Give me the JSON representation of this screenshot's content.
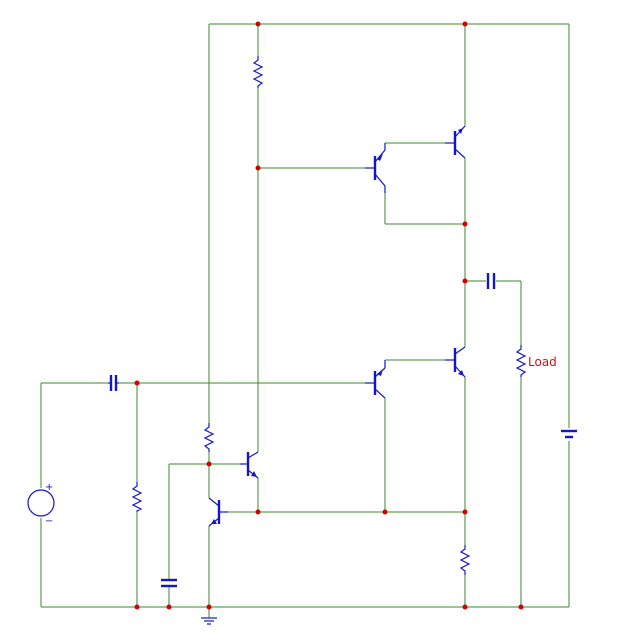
{
  "schematic": {
    "load_label": "Load",
    "source_plus": "+",
    "source_minus": "−"
  },
  "colors": {
    "wire": "#3a8a2a",
    "component": "#1515c8",
    "node": "#d40000",
    "label": "#c81414",
    "background": "#ffffff"
  },
  "components": [
    {
      "name": "voltage-source",
      "kind": "ac-source"
    },
    {
      "name": "input-capacitor",
      "kind": "capacitor"
    },
    {
      "name": "input-bias-resistor",
      "kind": "resistor"
    },
    {
      "name": "base-resistor",
      "kind": "resistor"
    },
    {
      "name": "top-collector-resistor",
      "kind": "resistor"
    },
    {
      "name": "bypass-capacitor",
      "kind": "capacitor"
    },
    {
      "name": "emitter-resistor",
      "kind": "resistor"
    },
    {
      "name": "output-coupling-capacitor",
      "kind": "capacitor"
    },
    {
      "name": "load-resistor",
      "kind": "resistor"
    },
    {
      "name": "supply-battery",
      "kind": "battery"
    },
    {
      "name": "transistor-upper-driver",
      "kind": "pnp"
    },
    {
      "name": "transistor-upper-output",
      "kind": "pnp"
    },
    {
      "name": "transistor-lower-driver",
      "kind": "npn"
    },
    {
      "name": "transistor-lower-output",
      "kind": "npn"
    },
    {
      "name": "transistor-vbe-multiplier",
      "kind": "npn"
    },
    {
      "name": "transistor-input-stage",
      "kind": "pnp"
    },
    {
      "name": "ground-symbol",
      "kind": "ground"
    }
  ]
}
